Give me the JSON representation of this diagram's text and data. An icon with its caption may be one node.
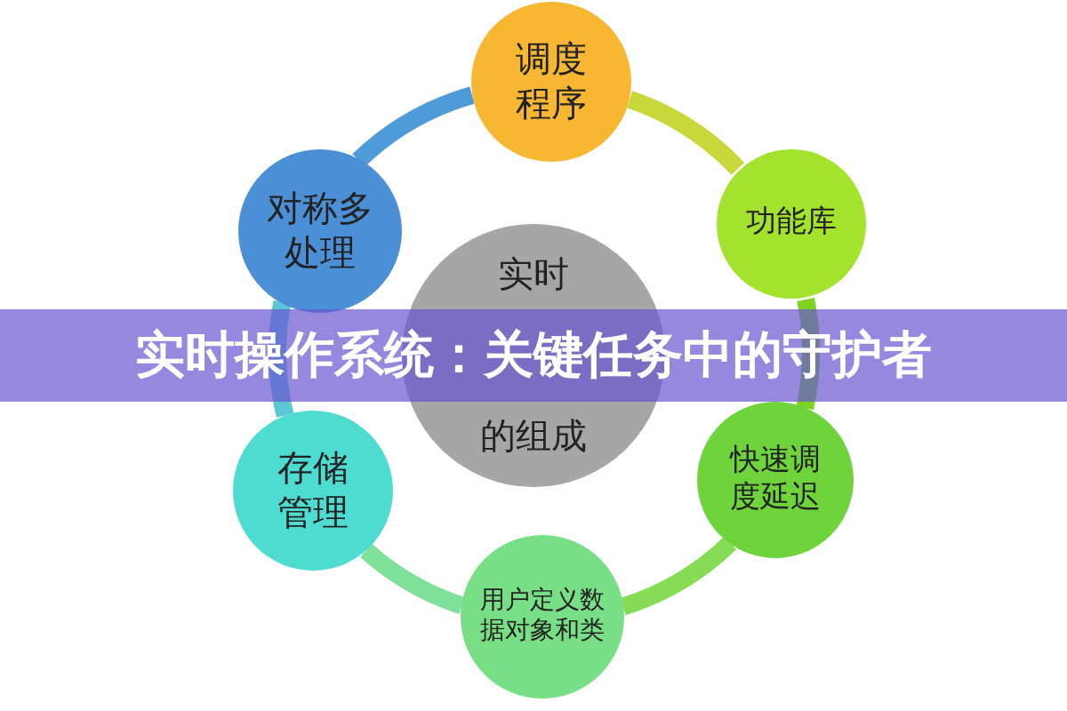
{
  "diagram": {
    "title": "实时操作系统：关键任务中的守护者",
    "nodes": [
      {
        "text": [
          "实时",
          "的组成"
        ]
      },
      {
        "text": [
          "调度程序"
        ]
      },
      {
        "text": [
          "功能库"
        ]
      },
      {
        "text": [
          "快速调度延迟"
        ]
      },
      {
        "text": [
          "用户定义数据对象和类"
        ]
      },
      {
        "text": [
          "存储管理"
        ]
      },
      {
        "text": [
          "对称多处理"
        ]
      }
    ],
    "edges": [
      {
        "from": 1,
        "to": 2,
        "arrow": "none",
        "color": "#c8d83a"
      },
      {
        "from": 2,
        "to": 3,
        "arrow": "none",
        "color": "#7ed321"
      },
      {
        "from": 3,
        "to": 4,
        "arrow": "none",
        "color": "#86dd55"
      },
      {
        "from": 4,
        "to": 5,
        "arrow": "none",
        "color": "#7fe09a"
      },
      {
        "from": 5,
        "to": 6,
        "arrow": "none",
        "color": "#5bc6d6"
      },
      {
        "from": 6,
        "to": 1,
        "arrow": "none",
        "color": "#4f9bd9"
      }
    ]
  }
}
